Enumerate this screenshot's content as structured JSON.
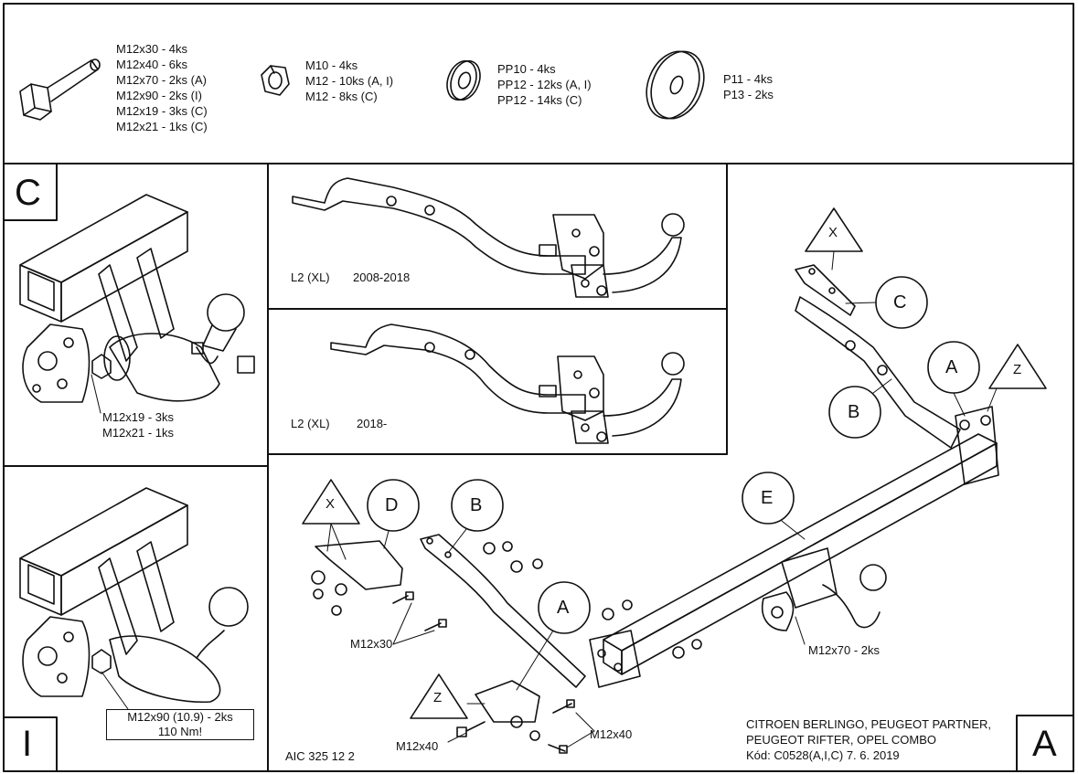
{
  "hardware": {
    "bolts": [
      "M12x30 - 4ks",
      "M12x40 - 6ks",
      "M12x70 - 2ks (A)",
      "M12x90 - 2ks (I)",
      "M12x19 - 3ks (C)",
      "M12x21 - 1ks (C)"
    ],
    "nuts": [
      "M10 - 4ks",
      "M12 - 10ks (A, I)",
      "M12 - 8ks (C)"
    ],
    "washers": [
      "PP10 - 4ks",
      "PP12 - 12ks (A, I)",
      "PP12 - 14ks (C)"
    ],
    "plates": [
      "P11 - 4ks",
      "P13 - 2ks"
    ]
  },
  "variant_c": {
    "letter": "C",
    "bolts": [
      "M12x19 - 3ks",
      "M12x21 - 1ks"
    ]
  },
  "variant_i": {
    "letter": "I",
    "bolt": "M12x90 (10.9) - 2ks",
    "torque": "110 Nm!"
  },
  "models": [
    {
      "name": "L2 (XL)",
      "years": "2008-2018"
    },
    {
      "name": "L2 (XL)",
      "years": "2018-"
    }
  ],
  "main": {
    "letter": "A",
    "callouts": {
      "x1": "X",
      "c": "C",
      "a1": "A",
      "z1": "Z",
      "b1": "B",
      "e": "E",
      "x2": "X",
      "d": "D",
      "b2": "B",
      "a2": "A",
      "z2": "Z"
    },
    "bolt_labels": {
      "m12x30": "M12x30",
      "m12x70": "M12x70 - 2ks",
      "m12x40_left": "M12x40",
      "m12x40_right": "M12x40"
    },
    "article": "AIC 325 12 2",
    "vehicle": [
      "CITROEN BERLINGO, PEUGEOT PARTNER,",
      "PEUGEOT RIFTER, OPEL COMBO",
      "Kód: C0528(A,I,C)  7. 6. 2019"
    ]
  },
  "colors": {
    "line": "#111111",
    "paper": "#ffffff"
  }
}
